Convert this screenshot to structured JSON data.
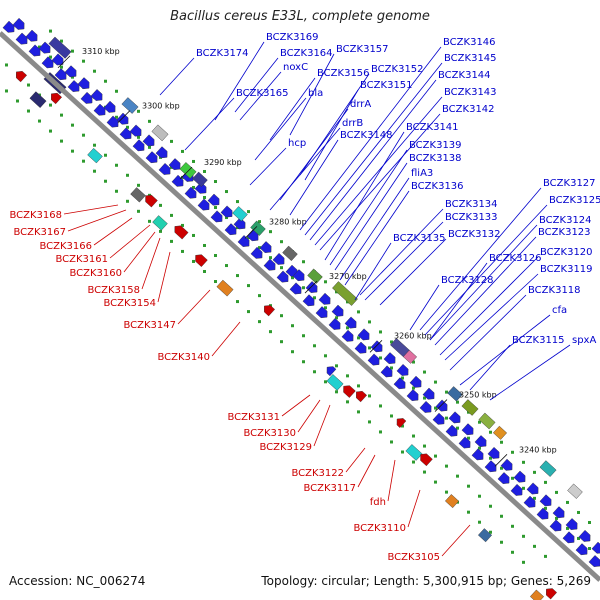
{
  "title": "Bacillus cereus E33L, complete genome",
  "footer": {
    "accession": "Accession: NC_006274",
    "summary": "Topology: circular; Length: 5,300,915 bp; Genes: 5,269"
  },
  "colors": {
    "forward_label": "#0000cc",
    "reverse_label": "#cc0000",
    "backbone": "#999999",
    "gene_blue": "#1f1fe0"
  },
  "ticks": [
    "3310 kbp",
    "3300 kbp",
    "3290 kbp",
    "3280 kbp",
    "3270 kbp",
    "3260 kbp",
    "3250 kbp",
    "3240 kbp"
  ],
  "forward_labels": [
    "BCZK3169",
    "BCZK3174",
    "BCZK3164",
    "noxC",
    "BCZK3157",
    "BCZK3156",
    "BCZK3152",
    "BCZK3151",
    "BCZK3165",
    "bla",
    "drrA",
    "drrB",
    "hcp",
    "BCZK3148",
    "BCZK3146",
    "BCZK3145",
    "BCZK3144",
    "BCZK3143",
    "BCZK3142",
    "BCZK3141",
    "BCZK3139",
    "BCZK3138",
    "fliA3",
    "BCZK3136",
    "BCZK3134",
    "BCZK3133",
    "BCZK3135",
    "BCZK3132",
    "BCZK3127",
    "BCZK3125",
    "BCZK3124",
    "BCZK3123",
    "BCZK3126",
    "BCZK3120",
    "BCZK3119",
    "BCZK3128",
    "BCZK3118",
    "cfa",
    "BCZK3115",
    "spxA"
  ],
  "reverse_labels": [
    "BCZK3168",
    "BCZK3167",
    "BCZK3166",
    "BCZK3161",
    "BCZK3160",
    "BCZK3158",
    "BCZK3154",
    "BCZK3147",
    "BCZK3140",
    "BCZK3131",
    "BCZK3130",
    "BCZK3129",
    "BCZK3122",
    "BCZK3117",
    "fdh",
    "BCZK3110",
    "BCZK3105"
  ]
}
